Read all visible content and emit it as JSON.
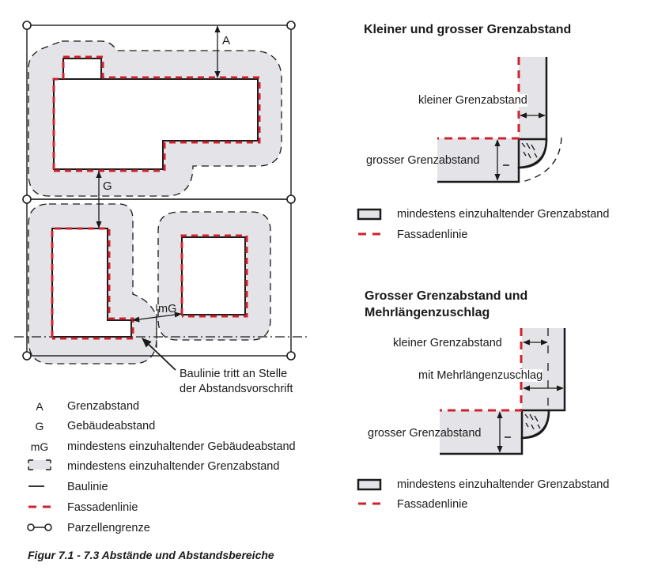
{
  "colors": {
    "fassade_red": "#d0222c",
    "zone_gray": "#e4e4e8",
    "line": "#1a1a1a"
  },
  "left_figure": {
    "labels": {
      "a": "A",
      "g": "G",
      "mg": "mG",
      "note_line1": "Baulinie tritt an Stelle",
      "note_line2": "der Abstandsvorschrift"
    },
    "legend": [
      {
        "symbol": "A",
        "icon": "letter",
        "label": "Grenzabstand"
      },
      {
        "symbol": "G",
        "icon": "letter",
        "label": "Gebäudeabstand"
      },
      {
        "symbol": "mG",
        "icon": "letter",
        "label": "mindestens einzuhaltender Gebäudeabstand"
      },
      {
        "symbol": "",
        "icon": "gray-dashed-box-icon",
        "label": "mindestens einzuhaltender Grenzabstand"
      },
      {
        "symbol": "",
        "icon": "solid-line-icon",
        "label": "Baulinie"
      },
      {
        "symbol": "",
        "icon": "red-dashed-line-icon",
        "label": "Fassadenlinie"
      },
      {
        "symbol": "",
        "icon": "parcel-boundary-icon",
        "label": "Parzellengrenze"
      }
    ],
    "caption": "Figur 7.1 - 7.3  Abstände und Abstandsbereiche"
  },
  "panel_top": {
    "title": "Kleiner und grosser Grenzabstand",
    "label_small": "kleiner Grenzabstand",
    "label_large": "grosser Grenzabstand",
    "legend": [
      {
        "icon": "gray-box-icon",
        "label": "mindestens einzuhaltender Grenzabstand"
      },
      {
        "icon": "red-dashed-line-icon",
        "label": "Fassadenlinie"
      }
    ]
  },
  "panel_bottom": {
    "title_line1": "Grosser Grenzabstand und",
    "title_line2": "Mehrlängenzuschlag",
    "label_small": "kleiner Grenzabstand",
    "label_extra": "mit Mehrlängenzuschlag",
    "label_large": "grosser Grenzabstand",
    "legend": [
      {
        "icon": "gray-box-icon",
        "label": "mindestens einzuhaltender Grenzabstand"
      },
      {
        "icon": "red-dashed-line-icon",
        "label": "Fassadenlinie"
      }
    ]
  }
}
